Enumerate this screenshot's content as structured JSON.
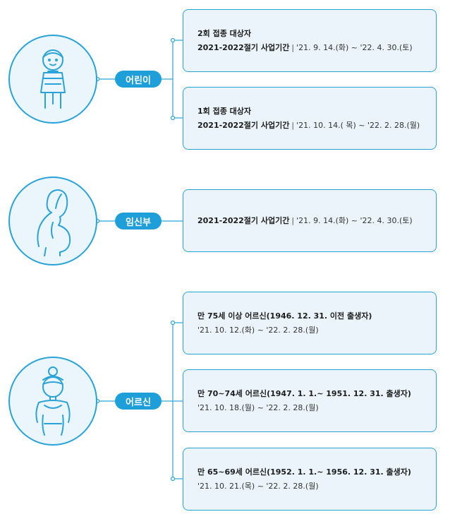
{
  "groups": [
    {
      "label": "어린이",
      "icon": "child-icon",
      "cards": [
        {
          "title": "2회 접종 대상자",
          "period_label": "2021-2022절기 사업기간",
          "separator": "|",
          "period": "'21. 9. 14.(화) ~ '22. 4. 30.(토)"
        },
        {
          "title": "1회 접종 대상자",
          "period_label": "2021-2022절기 사업기간",
          "separator": "|",
          "period": "'21. 10. 14.( 목) ~ '22. 2. 28.(월)"
        }
      ]
    },
    {
      "label": "임신부",
      "icon": "pregnant-woman-icon",
      "cards": [
        {
          "period_label": "2021-2022절기 사업기간",
          "separator": "|",
          "period": "'21. 9. 14.(화) ~ '22. 4. 30.(토)"
        }
      ]
    },
    {
      "label": "어르신",
      "icon": "elderly-woman-icon",
      "cards": [
        {
          "title": "만 75세 이상 어르신(1946. 12. 31. 이전 출생자)",
          "period": "'21. 10. 12.(화) ~ '22. 2. 28.(월)"
        },
        {
          "title": "만 70~74세 어르신(1947. 1. 1.~ 1951. 12. 31. 출생자)",
          "period": "'21. 10. 18.(월) ~ '22. 2. 28.(월)"
        },
        {
          "title": "만 65~69세 어르신(1952. 1. 1.~ 1956. 12. 31. 출생자)",
          "period": "'21. 10. 21.(목) ~ '22. 2. 28.(월)"
        }
      ]
    }
  ],
  "colors": {
    "accent": "#1e9fd9",
    "card_bg": "#eaf4fa",
    "line": "#2aa3d8"
  }
}
